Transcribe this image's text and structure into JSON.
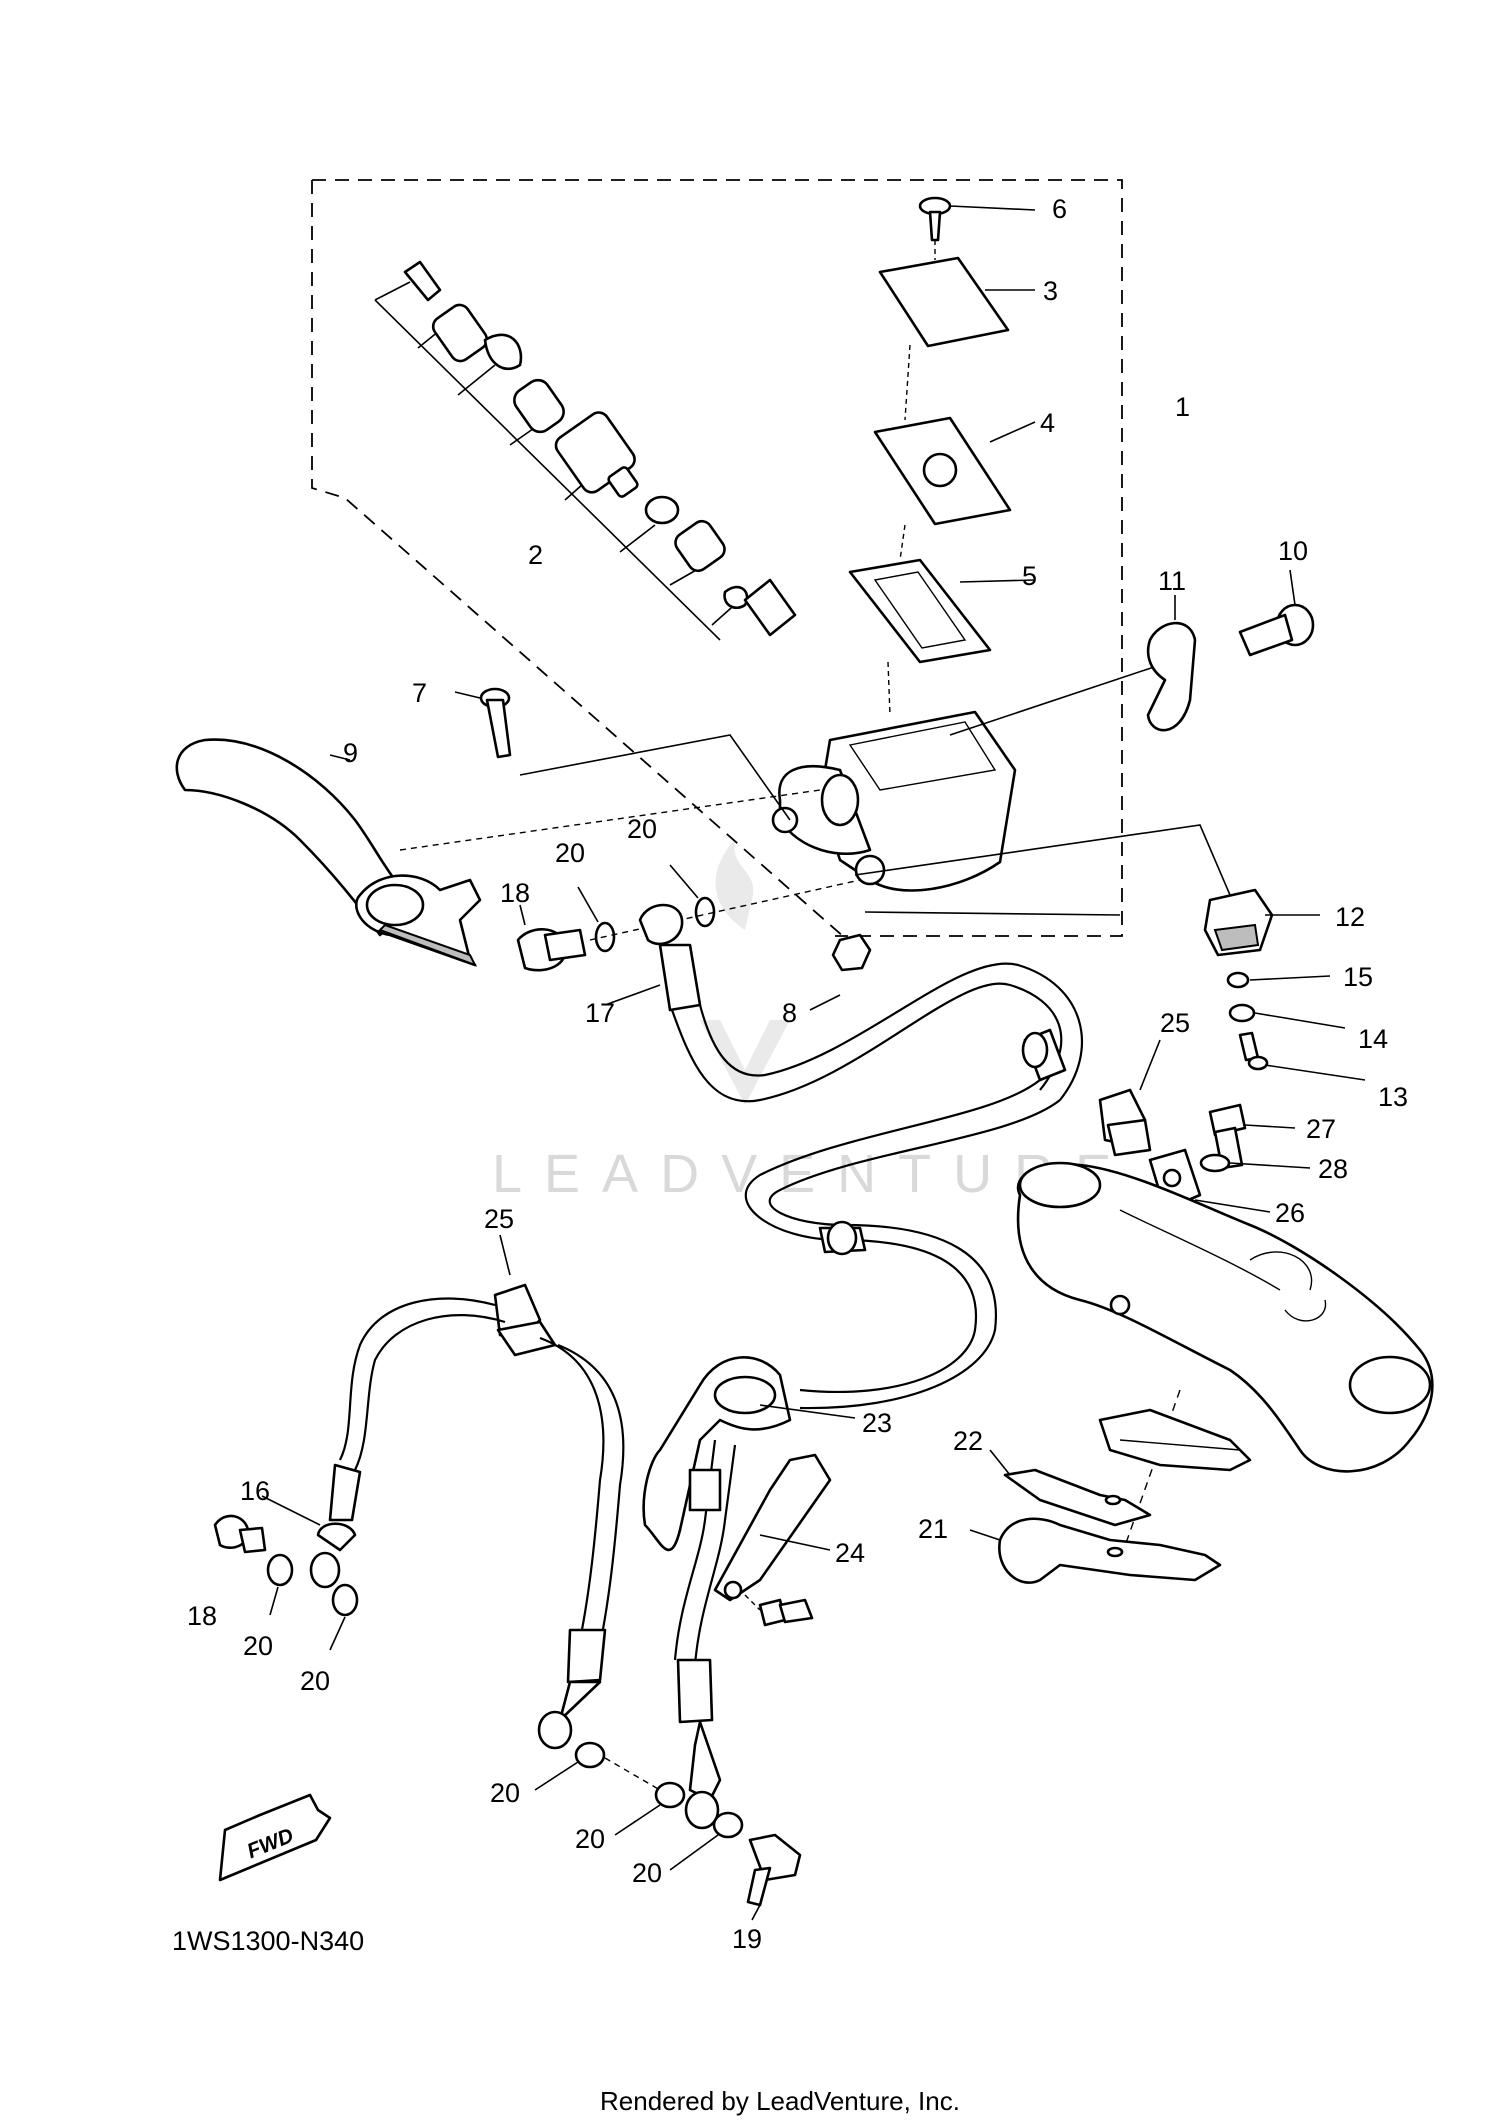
{
  "diagram": {
    "code": "1WS1300-N340",
    "fwd_label": "FWD",
    "watermark": "LEADVENTURE",
    "footer": "Rendered by LeadVenture, Inc.",
    "callouts": [
      {
        "id": "c1",
        "number": "1"
      },
      {
        "id": "c2",
        "number": "2"
      },
      {
        "id": "c3",
        "number": "3"
      },
      {
        "id": "c4",
        "number": "4"
      },
      {
        "id": "c5",
        "number": "5"
      },
      {
        "id": "c6",
        "number": "6"
      },
      {
        "id": "c7",
        "number": "7"
      },
      {
        "id": "c8",
        "number": "8"
      },
      {
        "id": "c9",
        "number": "9"
      },
      {
        "id": "c10",
        "number": "10"
      },
      {
        "id": "c11",
        "number": "11"
      },
      {
        "id": "c12",
        "number": "12"
      },
      {
        "id": "c13",
        "number": "13"
      },
      {
        "id": "c14",
        "number": "14"
      },
      {
        "id": "c15",
        "number": "15"
      },
      {
        "id": "c16",
        "number": "16"
      },
      {
        "id": "c17",
        "number": "17"
      },
      {
        "id": "c18a",
        "number": "18"
      },
      {
        "id": "c18b",
        "number": "18"
      },
      {
        "id": "c19",
        "number": "19"
      },
      {
        "id": "c20a",
        "number": "20"
      },
      {
        "id": "c20b",
        "number": "20"
      },
      {
        "id": "c20c",
        "number": "20"
      },
      {
        "id": "c20d",
        "number": "20"
      },
      {
        "id": "c20e",
        "number": "20"
      },
      {
        "id": "c20f",
        "number": "20"
      },
      {
        "id": "c20g",
        "number": "20"
      },
      {
        "id": "c21",
        "number": "21"
      },
      {
        "id": "c22",
        "number": "22"
      },
      {
        "id": "c23",
        "number": "23"
      },
      {
        "id": "c24",
        "number": "24"
      },
      {
        "id": "c25a",
        "number": "25"
      },
      {
        "id": "c25b",
        "number": "25"
      },
      {
        "id": "c26",
        "number": "26"
      },
      {
        "id": "c27",
        "number": "27"
      },
      {
        "id": "c28",
        "number": "28"
      }
    ]
  }
}
